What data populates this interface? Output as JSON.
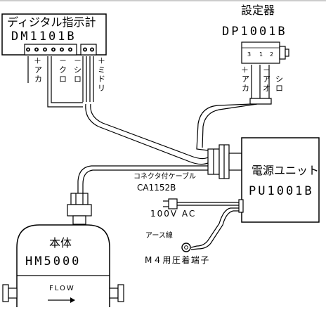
{
  "digital_indicator": {
    "name": "ディジタル指示計",
    "model": "DM1101B",
    "wires": [
      {
        "sign": "＋",
        "text": "アカ"
      },
      {
        "sign": "－",
        "text": "クロ"
      },
      {
        "sign": "－",
        "text": "シロ"
      },
      {
        "sign": "＋",
        "text": "ミドリ"
      }
    ]
  },
  "setter": {
    "name": "設定器",
    "model": "DP1001B",
    "terminals": [
      "3",
      "1",
      "2"
    ],
    "wires": [
      {
        "sign": "＋",
        "text": "アカ"
      },
      {
        "sign": "－",
        "text": "アオ"
      },
      {
        "sign": "",
        "text": "シロ"
      }
    ]
  },
  "power_unit": {
    "name": "電源ユニット",
    "model": "PU1001B"
  },
  "main_body": {
    "name": "本体",
    "model": "HM5000",
    "flow_label": "FLOW",
    "arrow": "→"
  },
  "cable": {
    "name": "コネクタ付ケーブル",
    "model": "CA1152B"
  },
  "ac_label": "100V  AC",
  "earth_wire_label": "アース線",
  "crimp_terminal_label": "M４用圧着端子"
}
